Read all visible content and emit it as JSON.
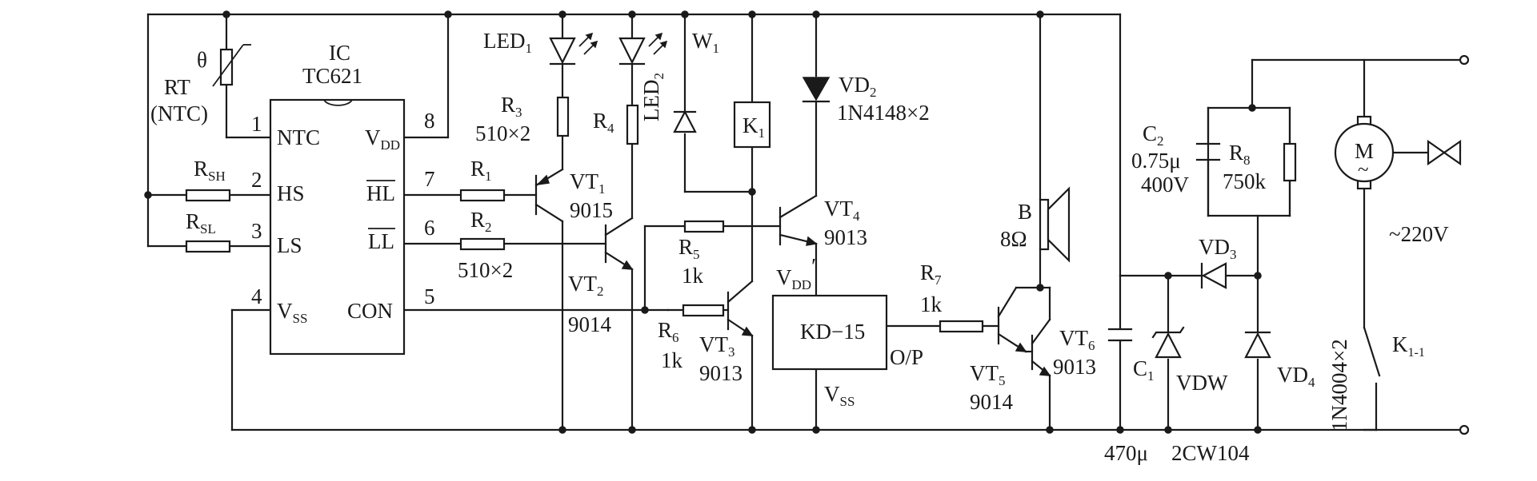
{
  "ic": {
    "name": "IC",
    "part": "TC621"
  },
  "pins": {
    "p1": "1",
    "p2": "2",
    "p3": "3",
    "p4": "4",
    "p5": "5",
    "p6": "6",
    "p7": "7",
    "p8": "8",
    "ntc": "NTC",
    "hs": "HS",
    "ls": "LS",
    "vss": "V",
    "vss_sub": "SS",
    "vdd": "V",
    "vdd_sub": "DD",
    "hl": "HL",
    "ll": "LL",
    "con": "CON"
  },
  "rt": {
    "label": "RT",
    "type": "(NTC)",
    "theta": "θ"
  },
  "resistors": {
    "rsh": "R",
    "rsh_sub": "SH",
    "rsl": "R",
    "rsl_sub": "SL",
    "r1": "R",
    "r1_sub": "1",
    "r2": "R",
    "r2_sub": "2",
    "r2_val": "510×2",
    "r3": "R",
    "r3_sub": "3",
    "r3_val": "510×2",
    "r4": "R",
    "r4_sub": "4",
    "r5": "R",
    "r5_sub": "5",
    "r5_val": "1k",
    "r6": "R",
    "r6_sub": "6",
    "r6_val": "1k",
    "r7": "R",
    "r7_sub": "7",
    "r7_val": "1k",
    "r8": "R",
    "r8_sub": "8",
    "r8_val": "750k"
  },
  "leds": {
    "led1": "LED",
    "led1_sub": "1",
    "led2": "LED",
    "led2_sub": "2"
  },
  "transistors": {
    "vt1": "VT",
    "vt1_sub": "1",
    "vt1_type": "9015",
    "vt2": "VT",
    "vt2_sub": "2",
    "vt2_type": "9014",
    "vt3": "VT",
    "vt3_sub": "3",
    "vt3_type": "9013",
    "vt4": "VT",
    "vt4_sub": "4",
    "vt4_type": "9013",
    "vt5": "VT",
    "vt5_sub": "5",
    "vt5_type": "9014",
    "vt6": "VT",
    "vt6_sub": "6",
    "vt6_type": "9013"
  },
  "diodes": {
    "w1": "W",
    "w1_sub": "1",
    "vd2": "VD",
    "vd2_sub": "2",
    "vd2_type": "1N4148×2",
    "vd3": "VD",
    "vd3_sub": "3",
    "vd4": "VD",
    "vd4_sub": "4",
    "vdw": "VDW",
    "vdw_type": "2CW104",
    "rectifier_type": "1N4004×2"
  },
  "relay": {
    "k1": "K",
    "k1_sub": "1",
    "k11": "K",
    "k11_sub": "1-1"
  },
  "sound": {
    "kd15": "KD−15",
    "vdd": "V",
    "vdd_sub": "DD",
    "prime": "′",
    "vss": "V",
    "vss_sub": "SS",
    "op": "O/P",
    "speaker": "B",
    "speaker_val": "8Ω"
  },
  "caps": {
    "c1": "C",
    "c1_sub": "1",
    "c1_val": "470μ",
    "c2": "C",
    "c2_sub": "2",
    "c2_val1": "0.75μ",
    "c2_val2": "400V"
  },
  "motor": {
    "label": "M",
    "tilde": "~",
    "mains": "~220V"
  }
}
